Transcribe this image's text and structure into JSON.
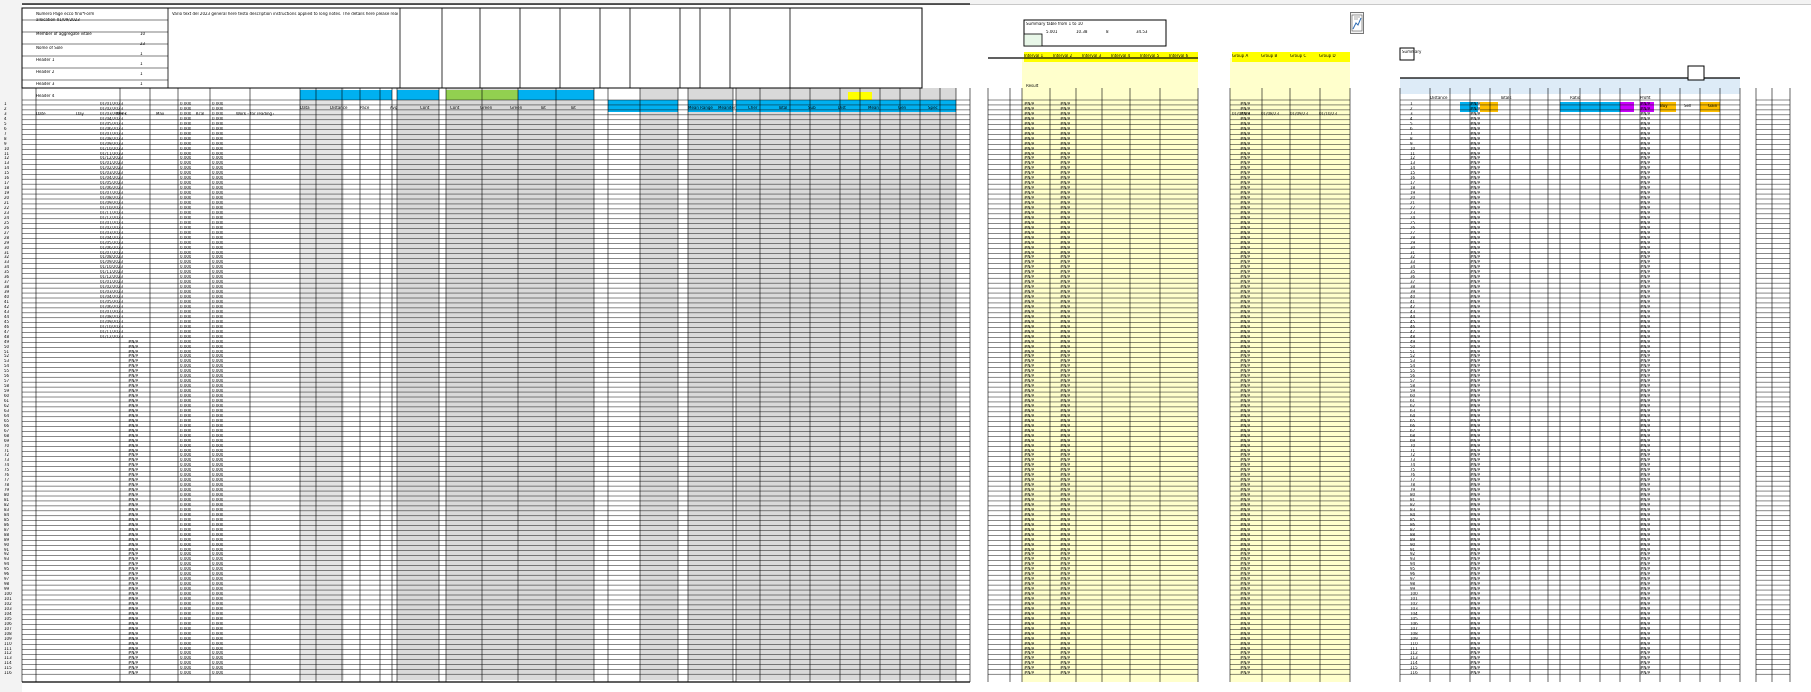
{
  "sheet": {
    "title_block": {
      "line1": "Numero Page ecco fino*Form",
      "line2": "allocation 01/09/2023",
      "label_members": "Member of aggregate vitale",
      "label_name": "Nome of Sole",
      "rows": [
        "Header 1",
        "Header 2",
        "Header 3",
        "Header 4"
      ],
      "values": [
        "10",
        "23",
        "1",
        "1",
        "1",
        "1"
      ]
    },
    "info_text": "Vario text del 2023 general here testo description instructions applied to long notes. The details here please read carefully each line below.",
    "col_headers_left": [
      "Date",
      "Day",
      "Week",
      "Max",
      "Kcal",
      "Work - for reading change"
    ],
    "col_headers_mid": [
      "Data",
      "Distance",
      "Pace",
      "Avg",
      "Cont",
      "Cont",
      "Green",
      "Green",
      "Tot",
      "Tot"
    ],
    "col_headers_blue": [
      "Mean Range",
      "Meander",
      "Cher",
      "Total",
      "Sub",
      "Dist",
      "Mean",
      "Gen",
      "Spec"
    ],
    "right_panel": {
      "title": "Summary table from 1 to 10",
      "values": [
        "5.001",
        "10.38",
        "8",
        "34.53"
      ],
      "group_headers": [
        "Interval 1",
        "Interval 2",
        "Interval 3",
        "Interval 4",
        "Interval 5",
        "Interval 6"
      ],
      "group2_headers": [
        "Group A",
        "Group B",
        "Group C",
        "Group D"
      ],
      "row_label": "Result",
      "dates": [
        "01/07/23",
        "01/08/23",
        "01/09/23",
        "01/10/23"
      ]
    },
    "far_right": {
      "label": "Summary",
      "headers": [
        "Distance",
        "Totals",
        "Ratio",
        "Profit"
      ],
      "col_labels": [
        "Buy",
        "Sell",
        "Gain"
      ]
    },
    "toolbar_icon": "excel-chart-icon",
    "date_prefix": "01/",
    "date_suffix": "/2023",
    "placeholder": "#N/A",
    "filler": "0.000",
    "colors": {
      "header_blue": "#00b0f0",
      "header_green": "#92d050",
      "header_yellow": "#ffff00",
      "header_orange": "#ffc000",
      "header_magenta": "#cc00ff",
      "panel_yellow": "#ffffcc",
      "panel_teal": "#ddebf7",
      "grey": "#d9d9d9"
    }
  }
}
